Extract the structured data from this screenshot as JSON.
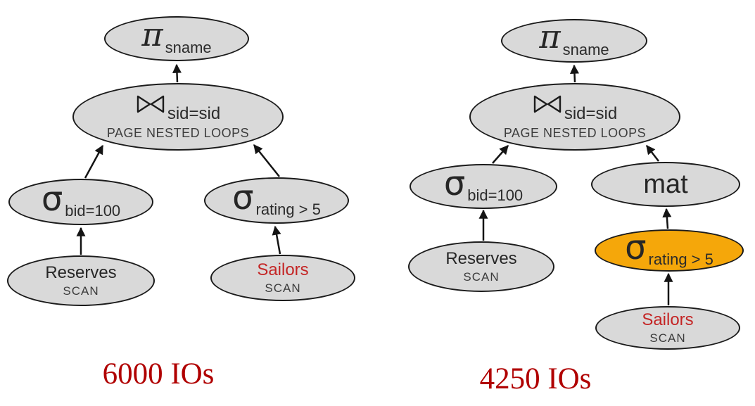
{
  "colors": {
    "background": "#ffffff",
    "node_fill": "#d9d9d9",
    "node_border": "#1b1b1b",
    "highlight_fill": "#f5a70a",
    "sailors_text": "#c42525",
    "cost_text": "#b00000"
  },
  "left_plan": {
    "pi": {
      "symbol": "π",
      "subscript": "sname"
    },
    "join": {
      "symbol": "⋈",
      "subscript": "sid=sid",
      "algorithm": "PAGE NESTED LOOPS"
    },
    "sigma_bid": {
      "symbol": "σ",
      "subscript": "bid=100"
    },
    "sigma_rating": {
      "symbol": "σ",
      "subscript": "rating > 5"
    },
    "reserves": {
      "name": "Reserves",
      "access": "SCAN"
    },
    "sailors": {
      "name": "Sailors",
      "access": "SCAN"
    },
    "cost": "6000 IOs"
  },
  "right_plan": {
    "pi": {
      "symbol": "π",
      "subscript": "sname"
    },
    "join": {
      "symbol": "⋈",
      "subscript": "sid=sid",
      "algorithm": "PAGE NESTED LOOPS"
    },
    "sigma_bid": {
      "symbol": "σ",
      "subscript": "bid=100"
    },
    "mat": {
      "label": "mat"
    },
    "sigma_rating": {
      "symbol": "σ",
      "subscript": "rating > 5"
    },
    "reserves": {
      "name": "Reserves",
      "access": "SCAN"
    },
    "sailors": {
      "name": "Sailors",
      "access": "SCAN"
    },
    "cost": "4250 IOs"
  }
}
